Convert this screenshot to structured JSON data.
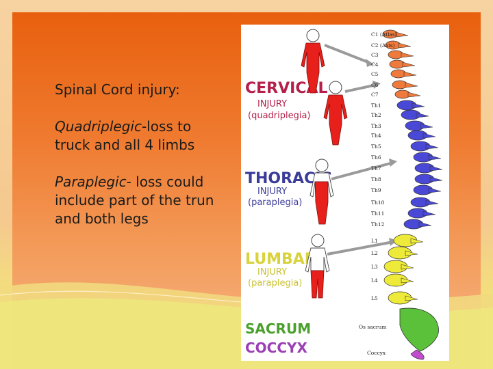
{
  "slide": {
    "heading": "Spinal Cord injury:",
    "para1_italic": "Quadriplegic",
    "para1_rest_line1": "-loss to",
    "para1_line2": "truck and all 4 limbs",
    "para2_italic": "Paraplegic",
    "para2_rest_line1": "- loss could",
    "para2_line2": "include part of the trun",
    "para2_line3": "and both legs"
  },
  "figure": {
    "regions": {
      "cervical": {
        "title": "CERVICAL",
        "sub1": "INJURY",
        "sub2": "(quadriplegia)",
        "color": "#b4204a"
      },
      "thoracic": {
        "title": "THORACIC",
        "sub1": "INJURY",
        "sub2": "(paraplegia)",
        "color": "#3b3b9a"
      },
      "lumbar": {
        "title": "LUMBAR",
        "sub1": "INJURY",
        "sub2": "(paraplegia)",
        "color": "#d8d33c"
      },
      "sacrum": {
        "title": "SACRUM",
        "color": "#4aa02c"
      },
      "coccyx": {
        "title": "COCCYX",
        "color": "#9b3fb5"
      }
    },
    "vertebra_labels": [
      "C1 (Atlas)",
      "C2 (Axis)",
      "C3",
      "C4",
      "C5",
      "C6",
      "C7",
      "Th1",
      "Th2",
      "Th3",
      "Th4",
      "Th5",
      "Th6",
      "Th7",
      "Th8",
      "Th9",
      "Th10",
      "Th11",
      "Th12",
      "L1",
      "L2",
      "L3",
      "L4",
      "L5",
      "Os sacrum",
      "Coccyx"
    ],
    "spine_colors": {
      "cervical": "#f07a3c",
      "thoracic": "#4a48d6",
      "lumbar": "#eeea3a",
      "sacrum": "#5cc13a",
      "coccyx": "#c24cd0"
    },
    "body_color": "#e8201c"
  }
}
